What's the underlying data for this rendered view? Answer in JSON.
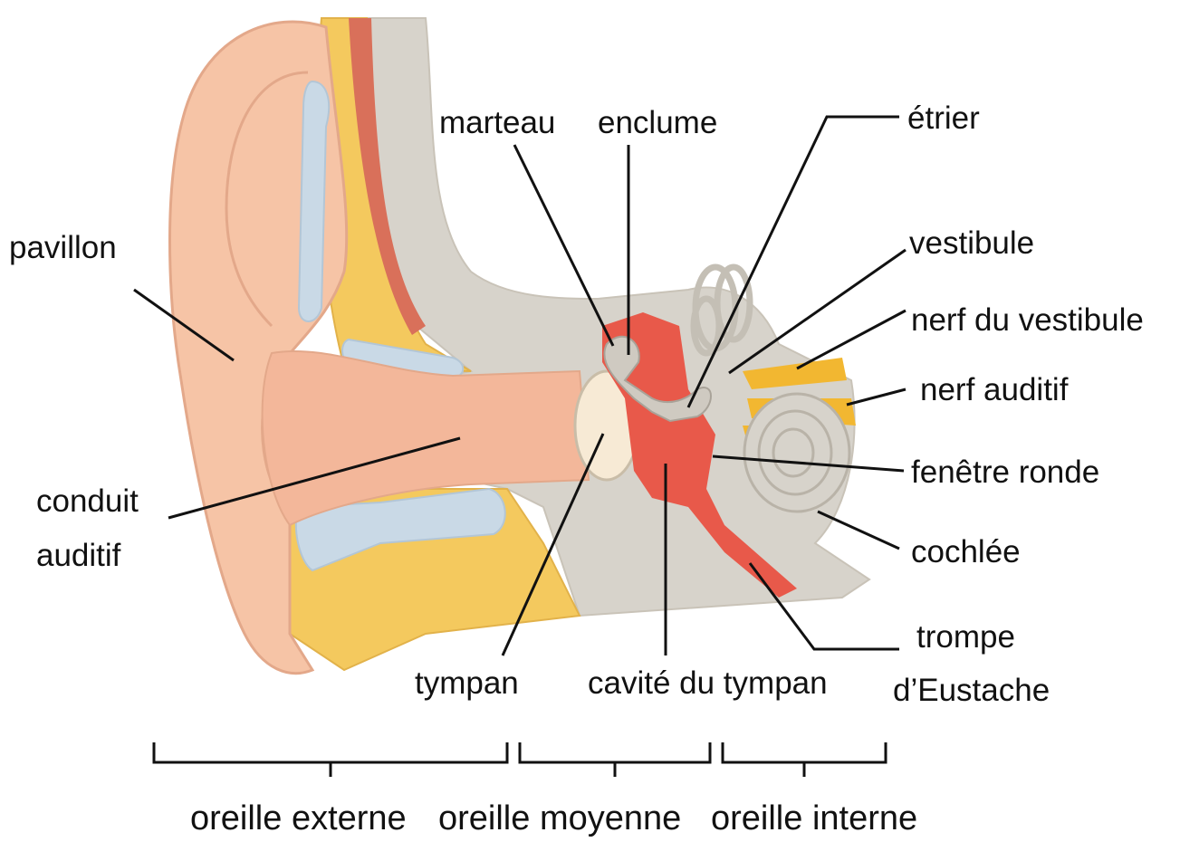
{
  "labels": {
    "pavillon": "pavillon",
    "conduit_line1": "conduit",
    "conduit_line2": "auditif",
    "marteau": "marteau",
    "enclume": "enclume",
    "etrier": "étrier",
    "vestibule": "vestibule",
    "nerf_vestibule": "nerf du vestibule",
    "nerf_auditif": "nerf auditif",
    "fenetre_ronde": "fenêtre ronde",
    "cochlee": "cochlée",
    "trompe_line1": "trompe",
    "trompe_line2": "d’Eustache",
    "tympan": "tympan",
    "cavite": "cavité du tympan"
  },
  "regions": {
    "externe": "oreille externe",
    "moyenne": "oreille moyenne",
    "interne": "oreille interne"
  },
  "colors": {
    "skin": "#f6c4a6",
    "skin_dark": "#e8a589",
    "bone": "#d7d3cb",
    "fat": "#f4c95e",
    "cartilage": "#c9d9e6",
    "middle_ear": "#e8594a",
    "nerve": "#f2b731",
    "line": "#111111"
  }
}
